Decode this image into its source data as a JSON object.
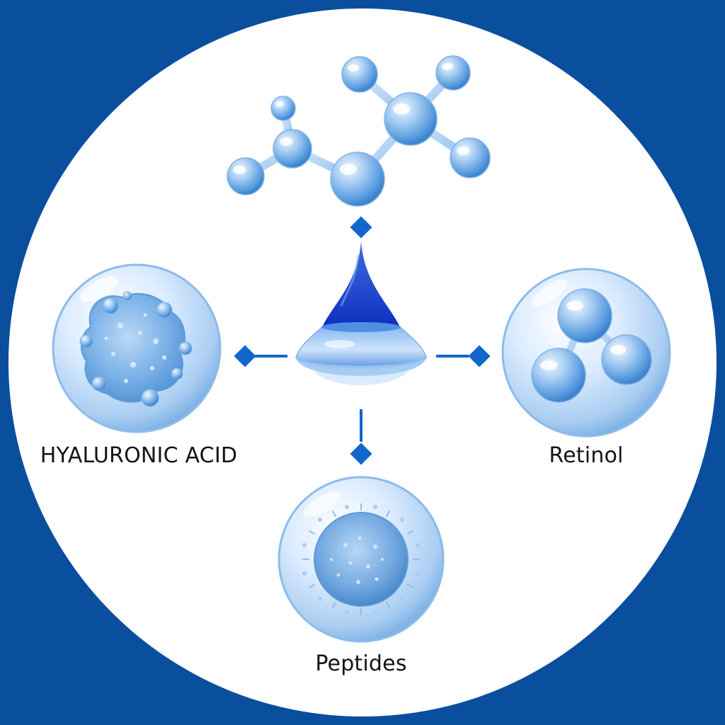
{
  "colors": {
    "background": "#0a4f9e",
    "circle": "#ffffff",
    "accent": "#1167cc",
    "bubble_light": "#eaf4ff",
    "bubble_mid": "#a9cdf1",
    "bubble_dark": "#4f93d6",
    "drop_deep": "#0f2fbf",
    "label_text": "#141414"
  },
  "center": {
    "icon": "serum-drop-icon"
  },
  "top": {
    "icon": "molecule-icon"
  },
  "ingredients": [
    {
      "id": "hyaluronic",
      "label": "HYALURONIC ACID",
      "icon": "hyaluronic-cell-icon"
    },
    {
      "id": "retinol",
      "label": "Retinol",
      "icon": "retinol-molecule-icon"
    },
    {
      "id": "peptides",
      "label": "Peptides",
      "icon": "peptide-cell-icon"
    }
  ]
}
